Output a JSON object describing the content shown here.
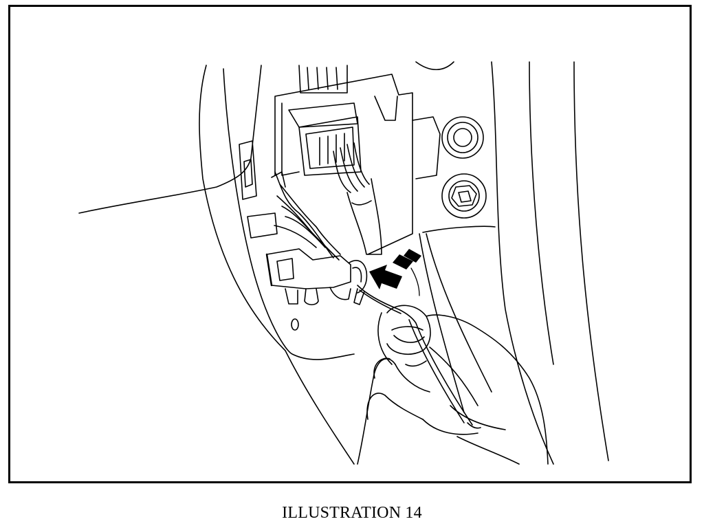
{
  "figure": {
    "caption": "ILLUSTRATION 14",
    "line_color": "#000000",
    "background_color": "#ffffff",
    "depicts": [
      "dashboard-panel",
      "wire-harness-connector",
      "hand-pulling-wire",
      "removal-direction-arrow",
      "bolts"
    ]
  }
}
